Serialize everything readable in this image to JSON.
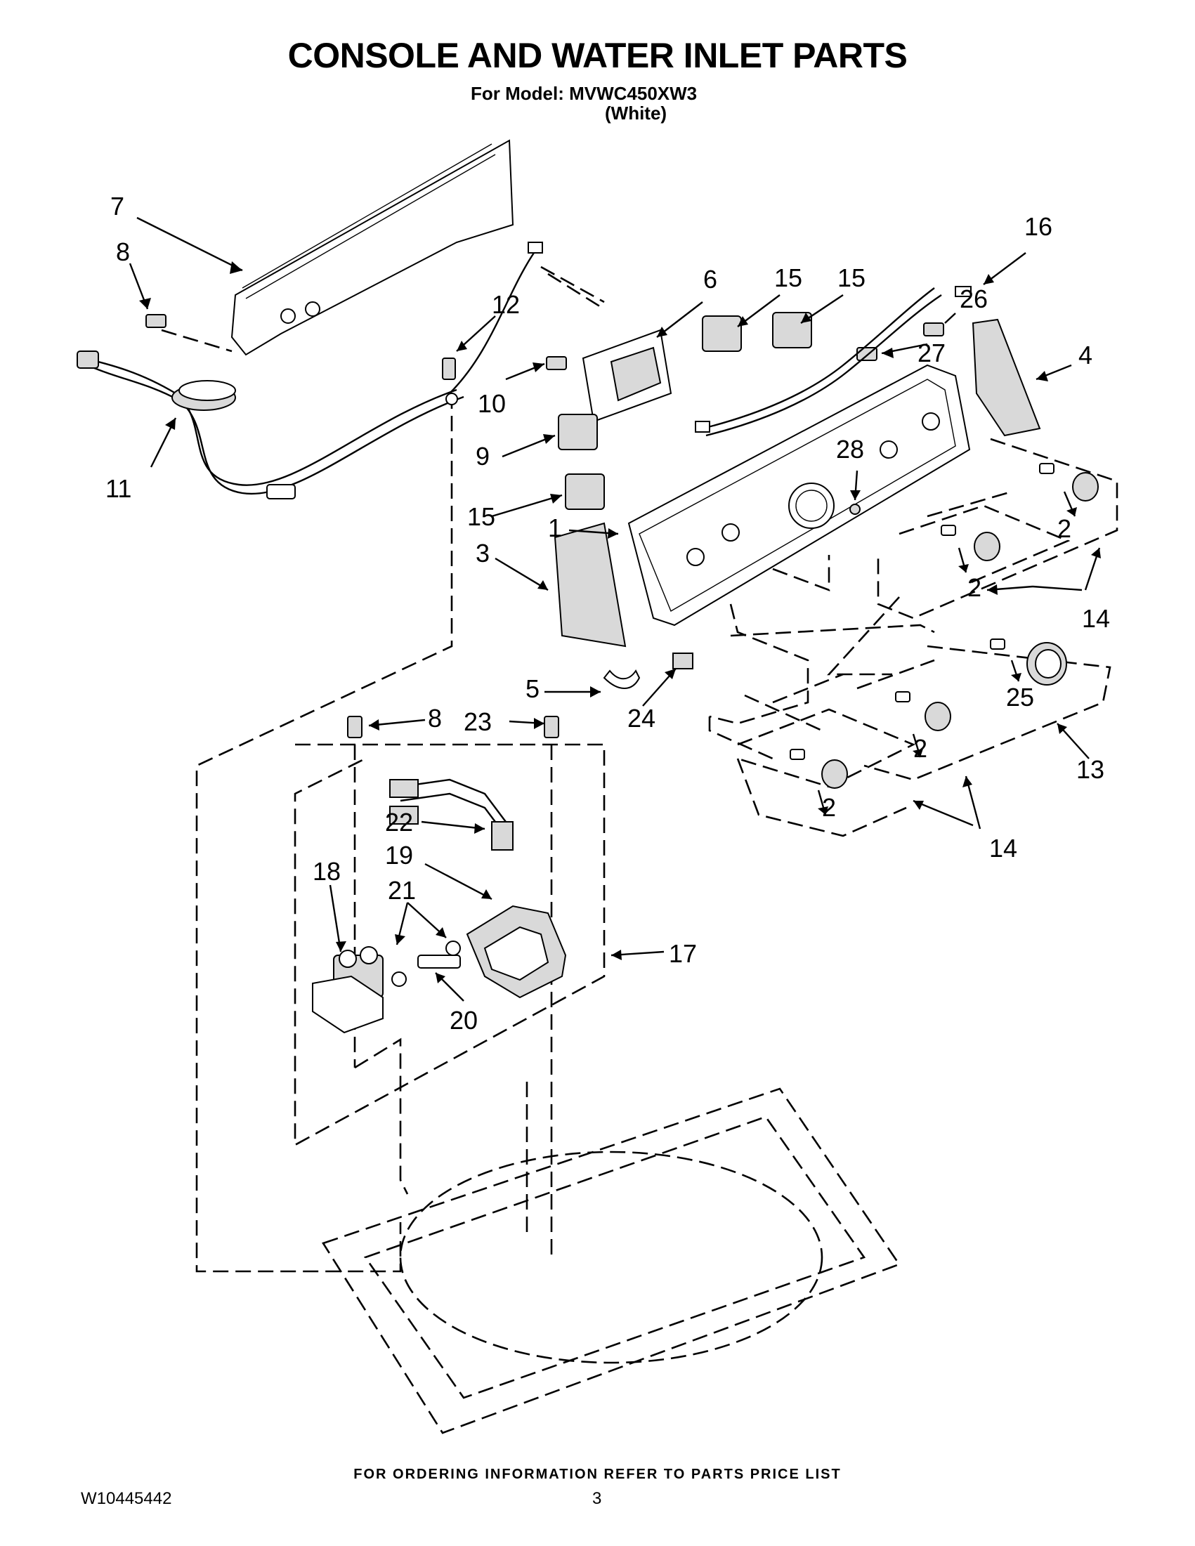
{
  "header": {
    "title": "CONSOLE AND WATER INLET PARTS",
    "model_line": "For Model: MVWC450XW3",
    "variant": "(White)"
  },
  "callouts": [
    {
      "id": "c7",
      "text": "7"
    },
    {
      "id": "c8a",
      "text": "8"
    },
    {
      "id": "c12",
      "text": "12"
    },
    {
      "id": "c11",
      "text": "11"
    },
    {
      "id": "c6",
      "text": "6"
    },
    {
      "id": "c15a",
      "text": "15"
    },
    {
      "id": "c15b",
      "text": "15"
    },
    {
      "id": "c16",
      "text": "16"
    },
    {
      "id": "c26",
      "text": "26"
    },
    {
      "id": "c27",
      "text": "27"
    },
    {
      "id": "c4",
      "text": "4"
    },
    {
      "id": "c10",
      "text": "10"
    },
    {
      "id": "c9",
      "text": "9"
    },
    {
      "id": "c28",
      "text": "28"
    },
    {
      "id": "c15c",
      "text": "15"
    },
    {
      "id": "c1",
      "text": "1"
    },
    {
      "id": "c3",
      "text": "3"
    },
    {
      "id": "c2a",
      "text": "2"
    },
    {
      "id": "c2b",
      "text": "2"
    },
    {
      "id": "c14a",
      "text": "14"
    },
    {
      "id": "c5",
      "text": "5"
    },
    {
      "id": "c24",
      "text": "24"
    },
    {
      "id": "c25",
      "text": "25"
    },
    {
      "id": "c13",
      "text": "13"
    },
    {
      "id": "c8b",
      "text": "8"
    },
    {
      "id": "c23",
      "text": "23"
    },
    {
      "id": "c2c",
      "text": "2"
    },
    {
      "id": "c2d",
      "text": "2"
    },
    {
      "id": "c14b",
      "text": "14"
    },
    {
      "id": "c22",
      "text": "22"
    },
    {
      "id": "c19",
      "text": "19"
    },
    {
      "id": "c18",
      "text": "18"
    },
    {
      "id": "c21",
      "text": "21"
    },
    {
      "id": "c17",
      "text": "17"
    },
    {
      "id": "c20",
      "text": "20"
    }
  ],
  "footer": {
    "ordering_note": "FOR ORDERING INFORMATION REFER TO PARTS PRICE LIST",
    "document_number": "W10445442",
    "page_number": "3"
  }
}
